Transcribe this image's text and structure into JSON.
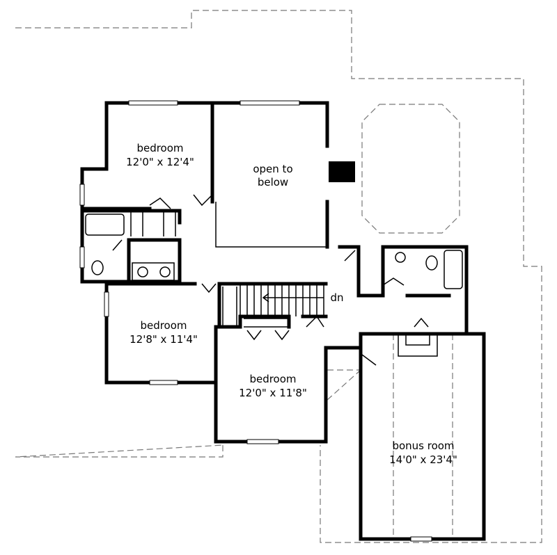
{
  "rooms": [
    {
      "name": "bedroom",
      "size": "12'0\" x 12'4\""
    },
    {
      "name": "open to",
      "size": "below"
    },
    {
      "name": "bedroom",
      "size": "12'8\" x 11'4\""
    },
    {
      "name": "bedroom",
      "size": "12'0\" x 11'8\""
    },
    {
      "name": "bonus room",
      "size": "14'0\" x 23'4\""
    }
  ],
  "stair_label": "dn"
}
